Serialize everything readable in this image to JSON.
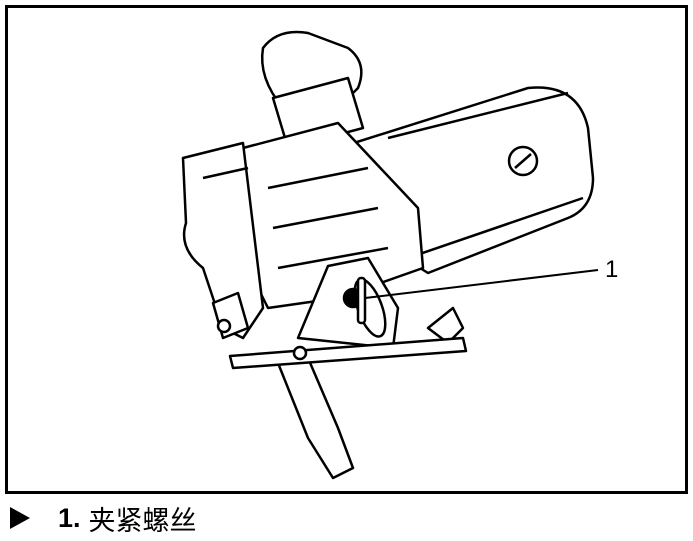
{
  "figure": {
    "callouts": [
      "1"
    ]
  },
  "caption": {
    "number": "1.",
    "text": "夹紧螺丝"
  }
}
